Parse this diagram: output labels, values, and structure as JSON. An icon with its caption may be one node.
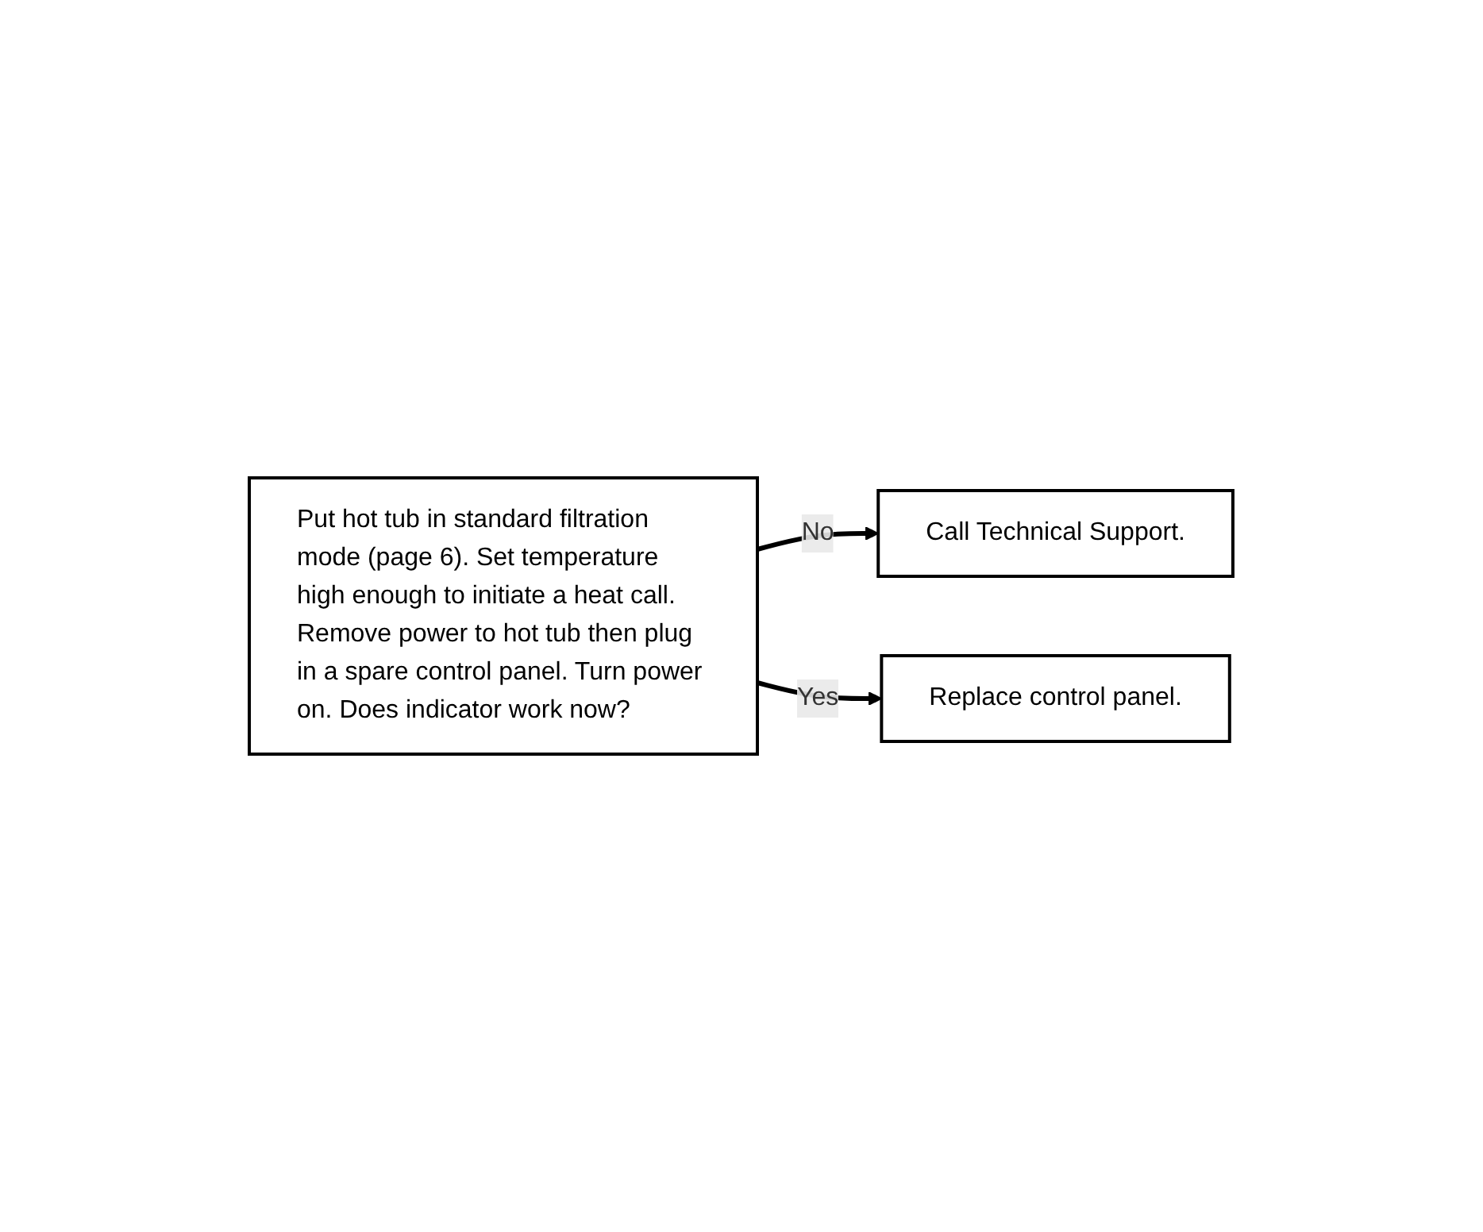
{
  "diagram": {
    "nodes": [
      {
        "text": [
          "Put hot tub in standard filtration mode (page 6). Set temperature high enough to initiate a heat call. Remove power to hot tub then plug in a spare control panel. Turn power on. Does indicator work now?"
        ]
      },
      {
        "text": [
          "Call Technical Support."
        ]
      },
      {
        "text": [
          "Replace control panel."
        ]
      }
    ],
    "edges": [
      {
        "from": 0,
        "to": 1,
        "label": "No",
        "arrow": "to"
      },
      {
        "from": 0,
        "to": 2,
        "label": "Yes",
        "arrow": "to"
      }
    ]
  }
}
